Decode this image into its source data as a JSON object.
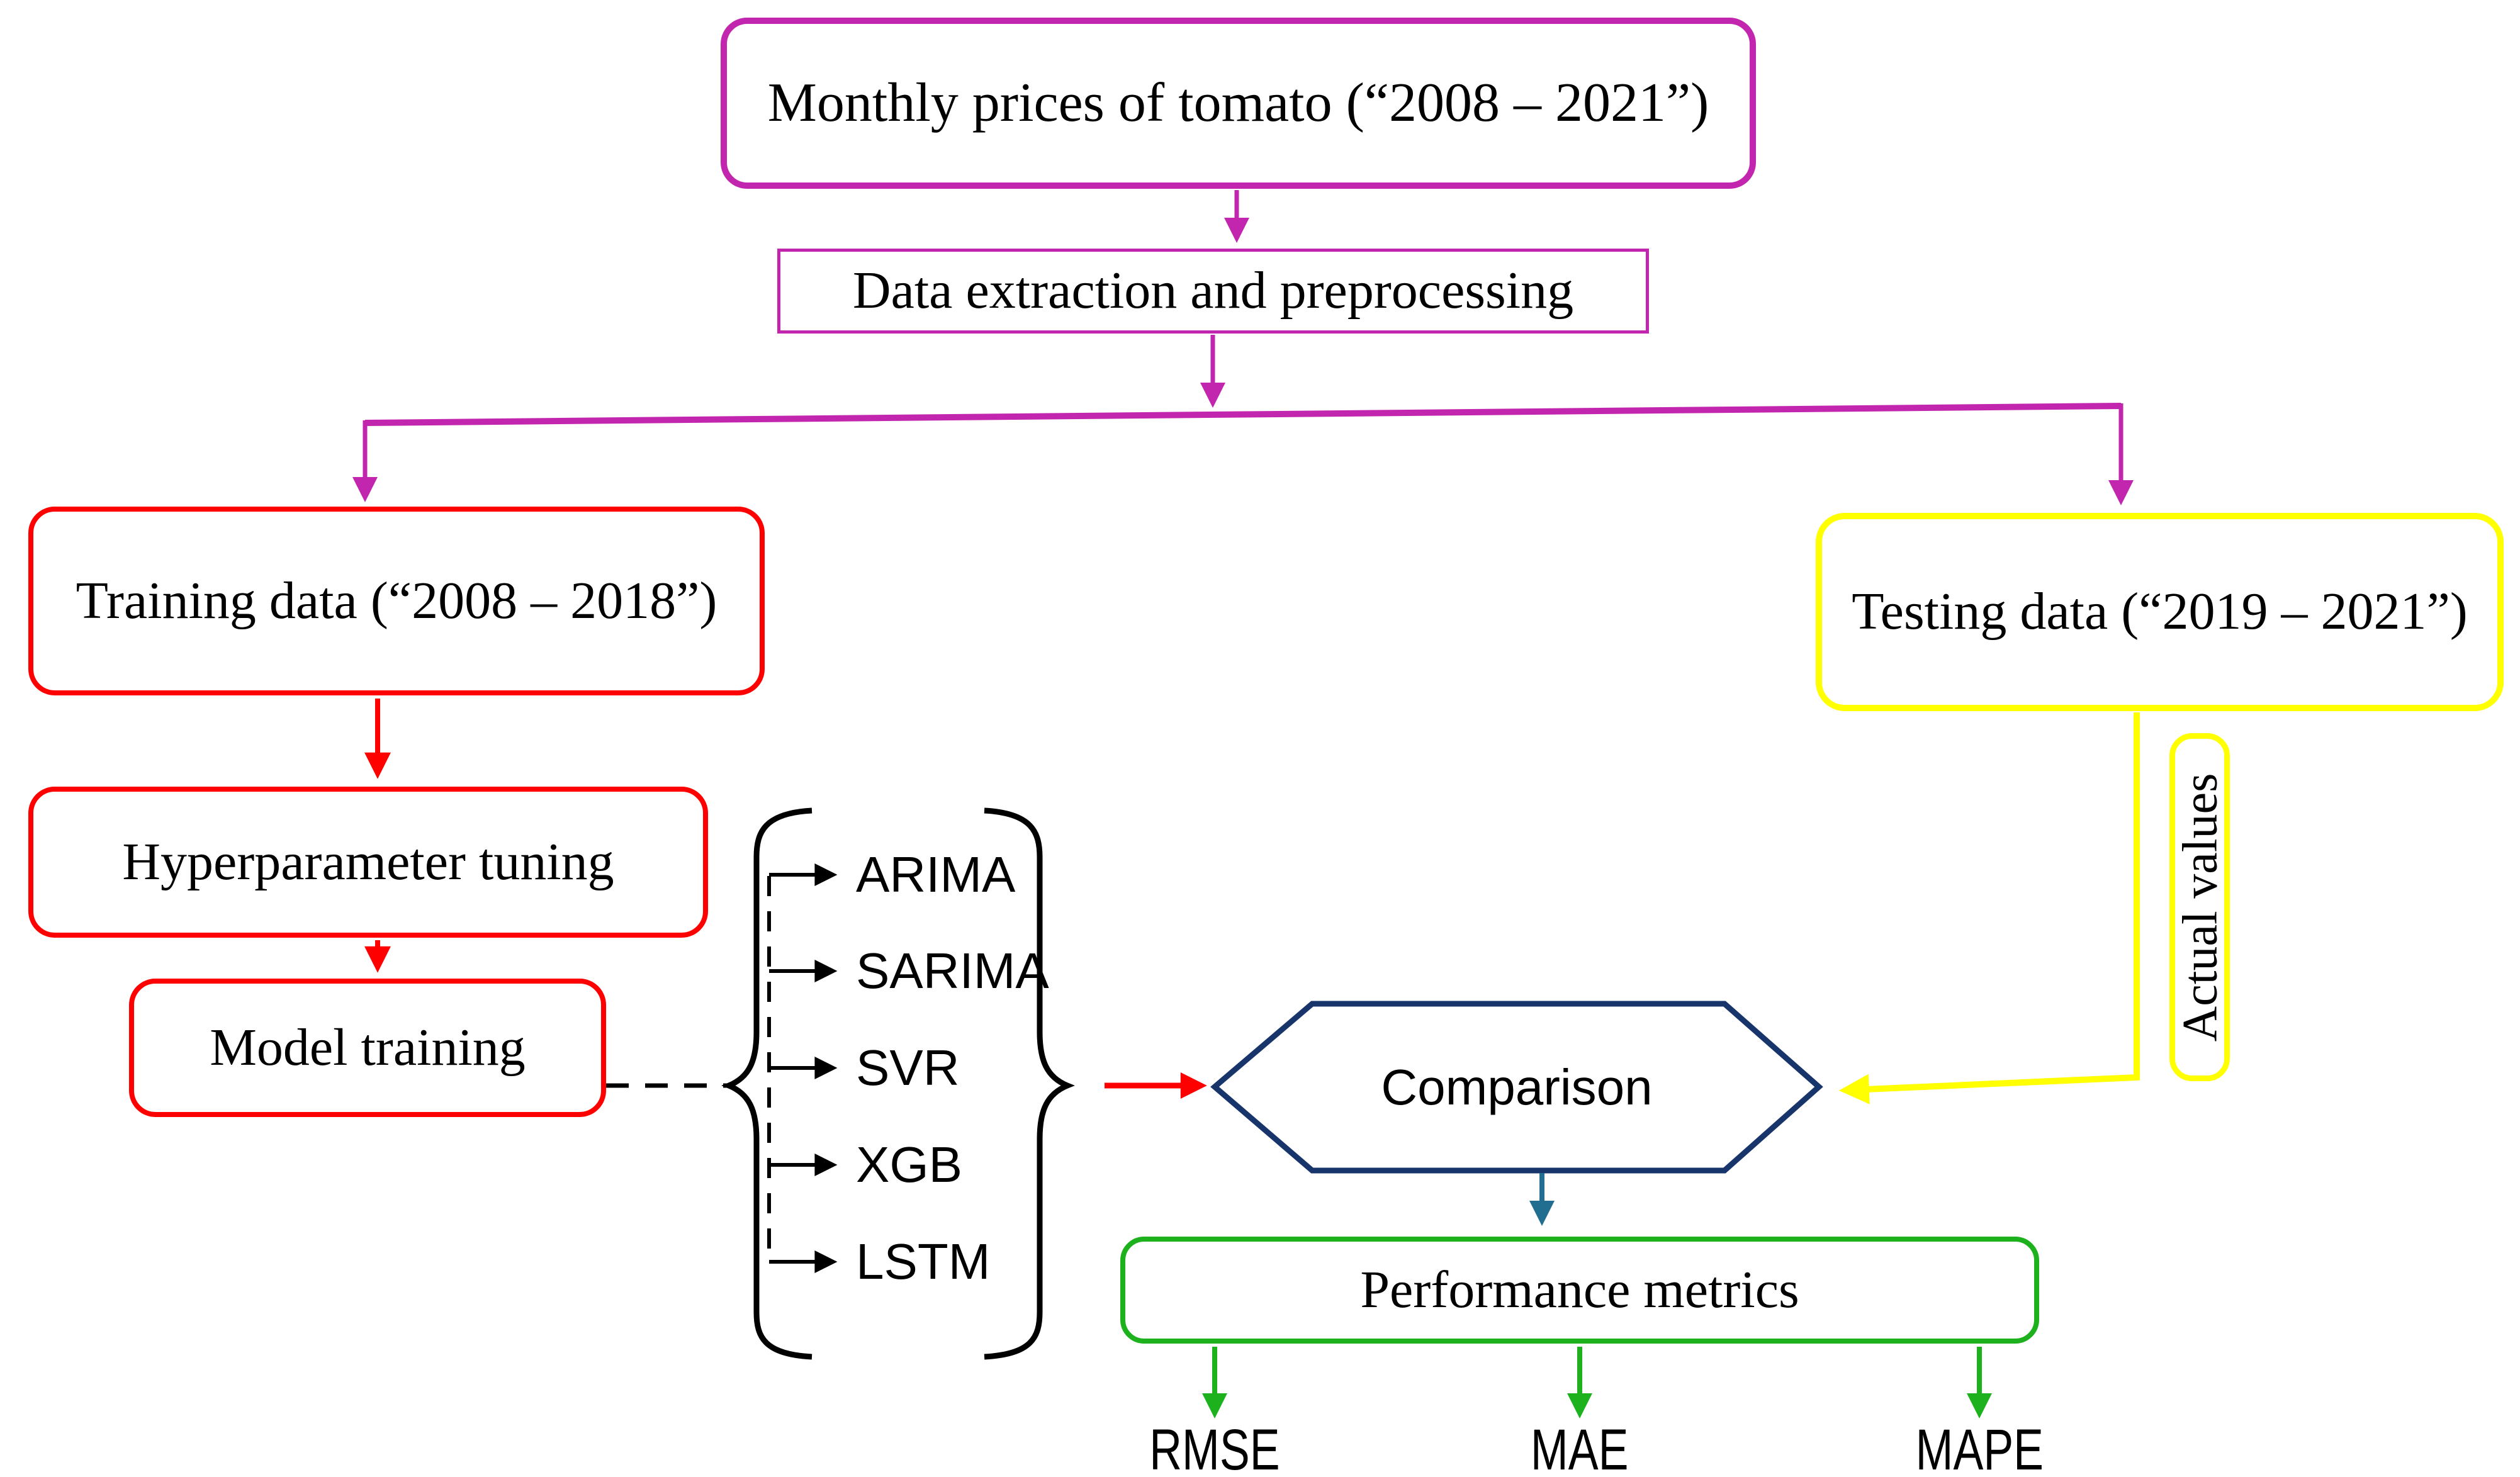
{
  "figure": {
    "type": "flowchart",
    "description": "Workflow for forecasting monthly tomato prices with model comparison"
  },
  "nodes": {
    "source": "Monthly prices of tomato (“2008 – 2021”)",
    "preprocessing": "Data extraction and preprocessing",
    "training": "Training data (“2008 – 2018”)",
    "hyperparameter": "Hyperparameter tuning",
    "model_training": "Model training",
    "testing": "Testing data (“2019 – 2021”)",
    "actual_values": "Actual values",
    "comparison": "Comparison",
    "performance": "Performance metrics"
  },
  "models": [
    "ARIMA",
    "SARIMA",
    "SVR",
    "XGB",
    "LSTM"
  ],
  "metrics": [
    "RMSE",
    "MAE",
    "MAPE"
  ],
  "palette": {
    "magenta": "#c326ae",
    "red": "#ff0000",
    "yellow": "#ffff00",
    "green": "#1db11d",
    "navy": "#17356b",
    "teal": "#226e91",
    "black": "#000000"
  }
}
